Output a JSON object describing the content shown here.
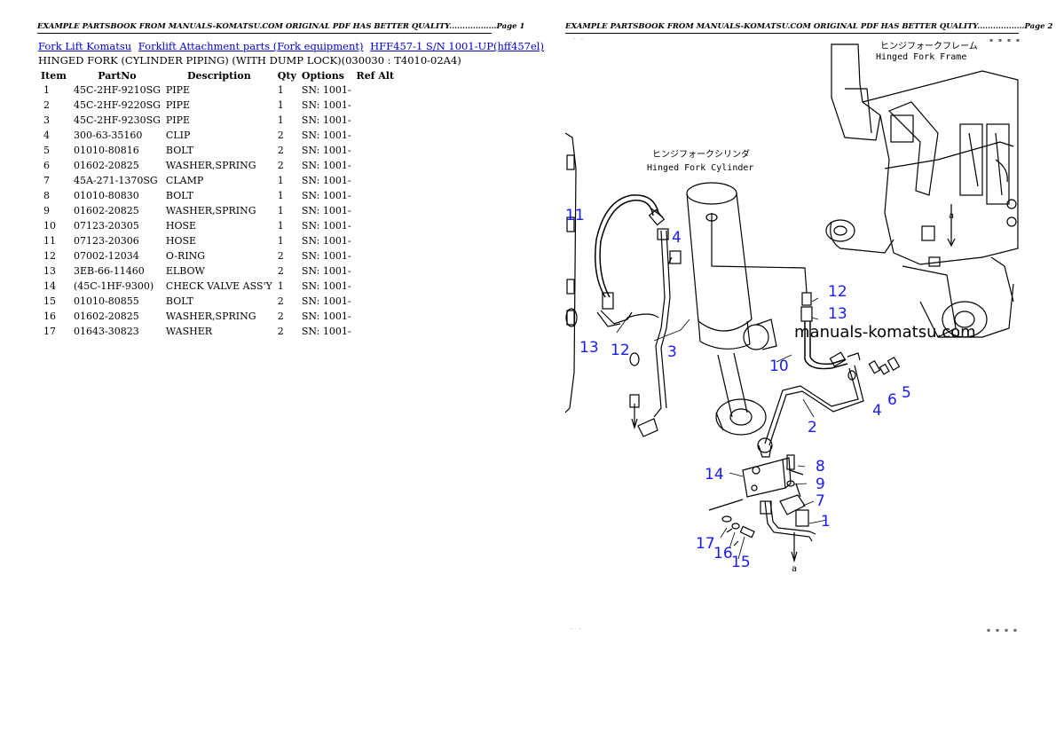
{
  "page1_header": "EXAMPLE PARTSBOOK FROM MANUALS-KOMATSU.COM ORIGINAL PDF HAS BETTER QUALITY..................Page 1",
  "page2_header": "EXAMPLE PARTSBOOK FROM MANUALS-KOMATSU.COM ORIGINAL PDF HAS BETTER QUALITY..................Page 2",
  "breadcrumbs": [
    "Fork Lift Komatsu",
    "Forklift Attachment parts (Fork equipment)",
    "HFF457-1 S/N 1001-UP(hff457el)"
  ],
  "subtitle": "HINGED FORK (CYLINDER PIPING) (WITH DUMP LOCK)(030030 : T4010-02A4)",
  "columns": [
    "Item",
    "PartNo",
    "Description",
    "Qty",
    "Options",
    "Ref Alt"
  ],
  "rows": [
    [
      "1",
      "45C-2HF-9210SG",
      "PIPE",
      "1",
      "SN: 1001-",
      ""
    ],
    [
      "2",
      "45C-2HF-9220SG",
      "PIPE",
      "1",
      "SN: 1001-",
      ""
    ],
    [
      "3",
      "45C-2HF-9230SG",
      "PIPE",
      "1",
      "SN: 1001-",
      ""
    ],
    [
      "4",
      "300-63-35160",
      "CLIP",
      "2",
      "SN: 1001-",
      ""
    ],
    [
      "5",
      "01010-80816",
      "BOLT",
      "2",
      "SN: 1001-",
      ""
    ],
    [
      "6",
      "01602-20825",
      "WASHER,SPRING",
      "2",
      "SN: 1001-",
      ""
    ],
    [
      "7",
      "45A-271-1370SG",
      "CLAMP",
      "1",
      "SN: 1001-",
      ""
    ],
    [
      "8",
      "01010-80830",
      "BOLT",
      "1",
      "SN: 1001-",
      ""
    ],
    [
      "9",
      "01602-20825",
      "WASHER,SPRING",
      "1",
      "SN: 1001-",
      ""
    ],
    [
      "10",
      "07123-20305",
      "HOSE",
      "1",
      "SN: 1001-",
      ""
    ],
    [
      "11",
      "07123-20306",
      "HOSE",
      "1",
      "SN: 1001-",
      ""
    ],
    [
      "12",
      "07002-12034",
      "O-RING",
      "2",
      "SN: 1001-",
      ""
    ],
    [
      "13",
      "3EB-66-11460",
      "ELBOW",
      "2",
      "SN: 1001-",
      ""
    ],
    [
      "14",
      "(45C-1HF-9300)",
      "CHECK VALVE ASS'Y",
      "1",
      "SN: 1001-",
      ""
    ],
    [
      "15",
      "01010-80855",
      "BOLT",
      "2",
      "SN: 1001-",
      ""
    ],
    [
      "16",
      "01602-20825",
      "WASHER,SPRING",
      "2",
      "SN: 1001-",
      ""
    ],
    [
      "17",
      "01643-30823",
      "WASHER",
      "2",
      "SN: 1001-",
      ""
    ]
  ],
  "diagram": {
    "frame_label_jp": "ヒンジフォークフレーム",
    "frame_label_en": "Hinged Fork Frame",
    "cylinder_label_jp": "ヒンジフォークシリンダ",
    "cylinder_label_en": "Hinged Fork Cylinder",
    "watermark": "manuals-komatsu.com",
    "arrow_label": "a",
    "callouts": [
      "11",
      "4",
      "12",
      "13",
      "13",
      "12",
      "3",
      "10",
      "4",
      "6",
      "5",
      "2",
      "14",
      "8",
      "9",
      "7",
      "1",
      "17",
      "16",
      "15"
    ]
  }
}
